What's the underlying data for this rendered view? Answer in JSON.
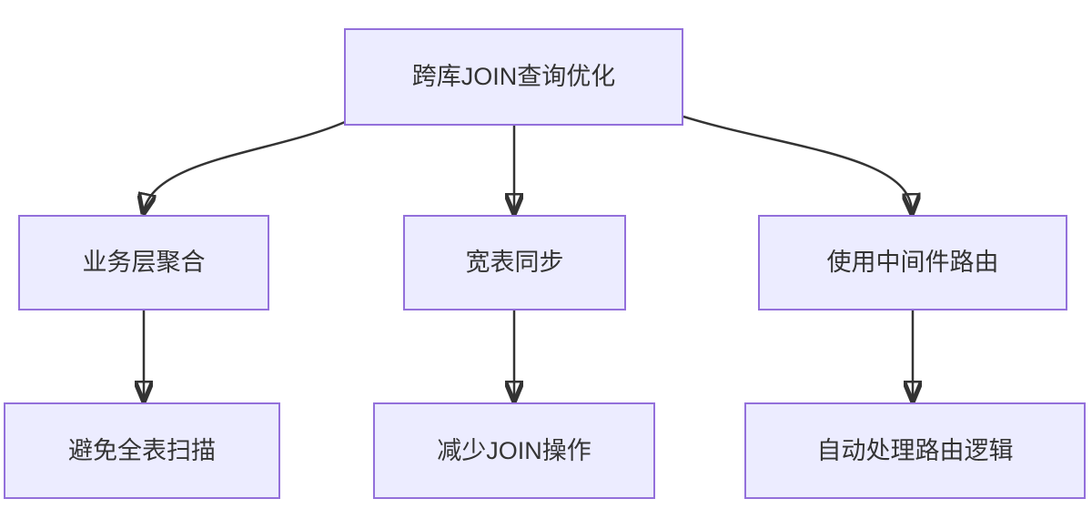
{
  "diagram": {
    "type": "flowchart",
    "direction": "top-down",
    "nodes": {
      "root": {
        "label": "跨库JOIN查询优化"
      },
      "biz": {
        "label": "业务层聚合"
      },
      "wide": {
        "label": "宽表同步"
      },
      "mw": {
        "label": "使用中间件路由"
      },
      "scan": {
        "label": "避免全表扫描"
      },
      "join": {
        "label": "减少JOIN操作"
      },
      "route": {
        "label": "自动处理路由逻辑"
      }
    },
    "edges": [
      {
        "from": "root",
        "to": "biz"
      },
      {
        "from": "root",
        "to": "wide"
      },
      {
        "from": "root",
        "to": "mw"
      },
      {
        "from": "biz",
        "to": "scan"
      },
      {
        "from": "wide",
        "to": "join"
      },
      {
        "from": "mw",
        "to": "route"
      }
    ],
    "colors": {
      "node_fill": "#ECECFF",
      "node_border": "#9370DB",
      "edge_line": "#333333",
      "text": "#333333",
      "background": "#FFFFFF"
    }
  }
}
